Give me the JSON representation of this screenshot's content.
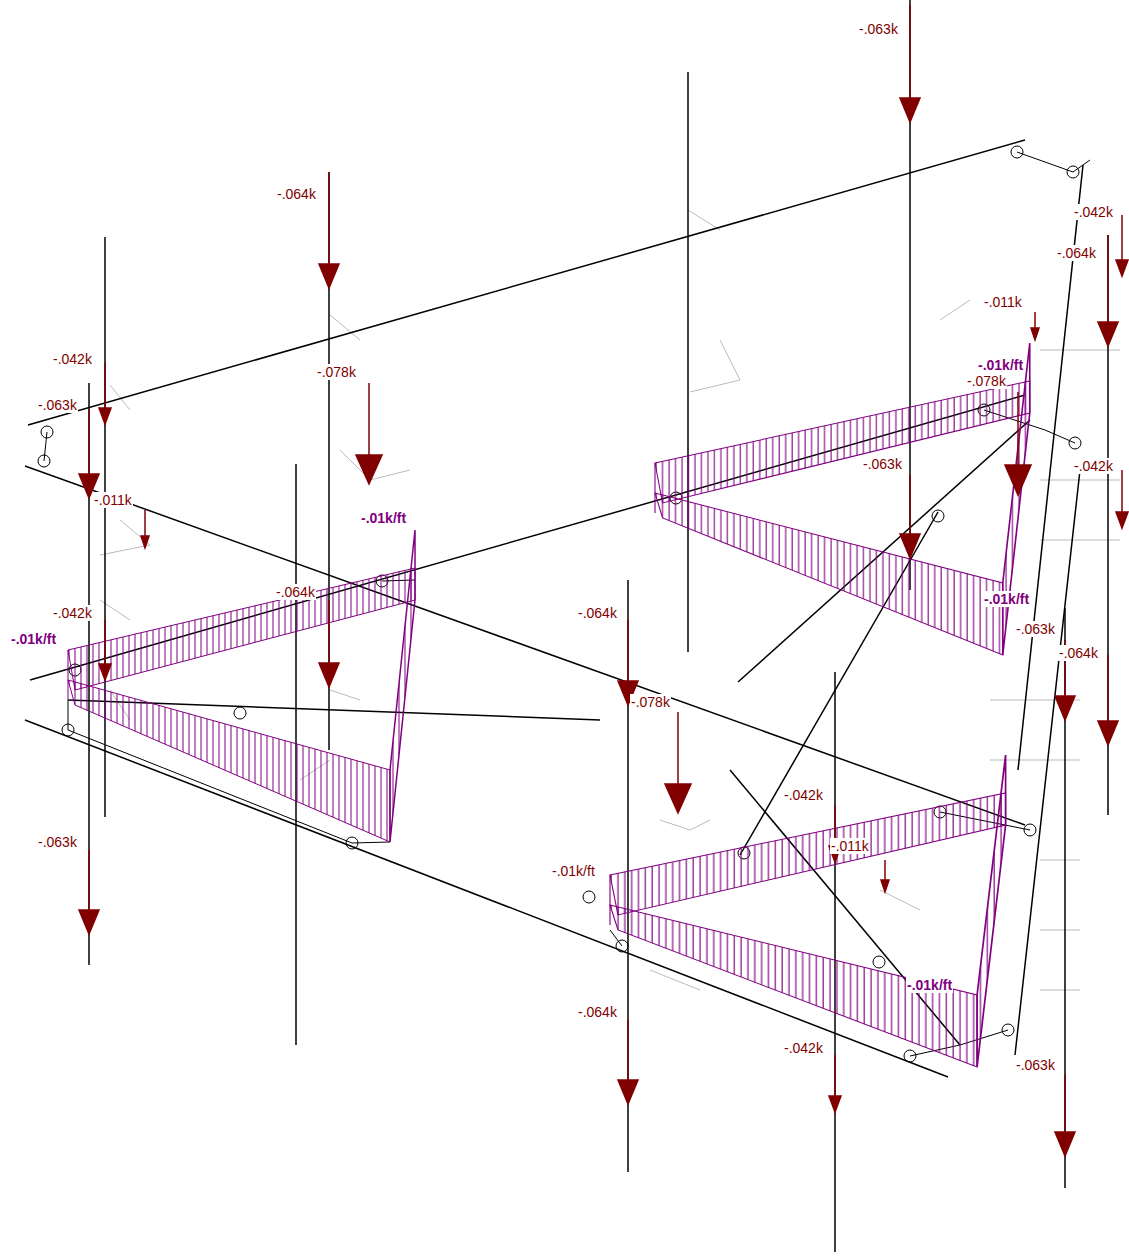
{
  "diagram": {
    "labels": [
      "-.063k",
      "-.064k",
      "-.042k",
      "-.064k",
      "-.011k",
      "-.042k",
      "-.078k",
      "-.01k/ft",
      "-.078k",
      "-.063k",
      "-.063k",
      "-.042k",
      "-.011k",
      "-.01k/ft",
      "-.064k",
      "-.01k/ft",
      "-.042k",
      "-.064k",
      "-.063k",
      "-.01k/ft",
      "-.064k",
      "-.078k",
      "-.042k",
      "-.063k",
      "-.011k",
      "-.01k/ft",
      "-.01k/ft",
      "-.064k",
      "-.042k",
      "-.063k"
    ]
  }
}
